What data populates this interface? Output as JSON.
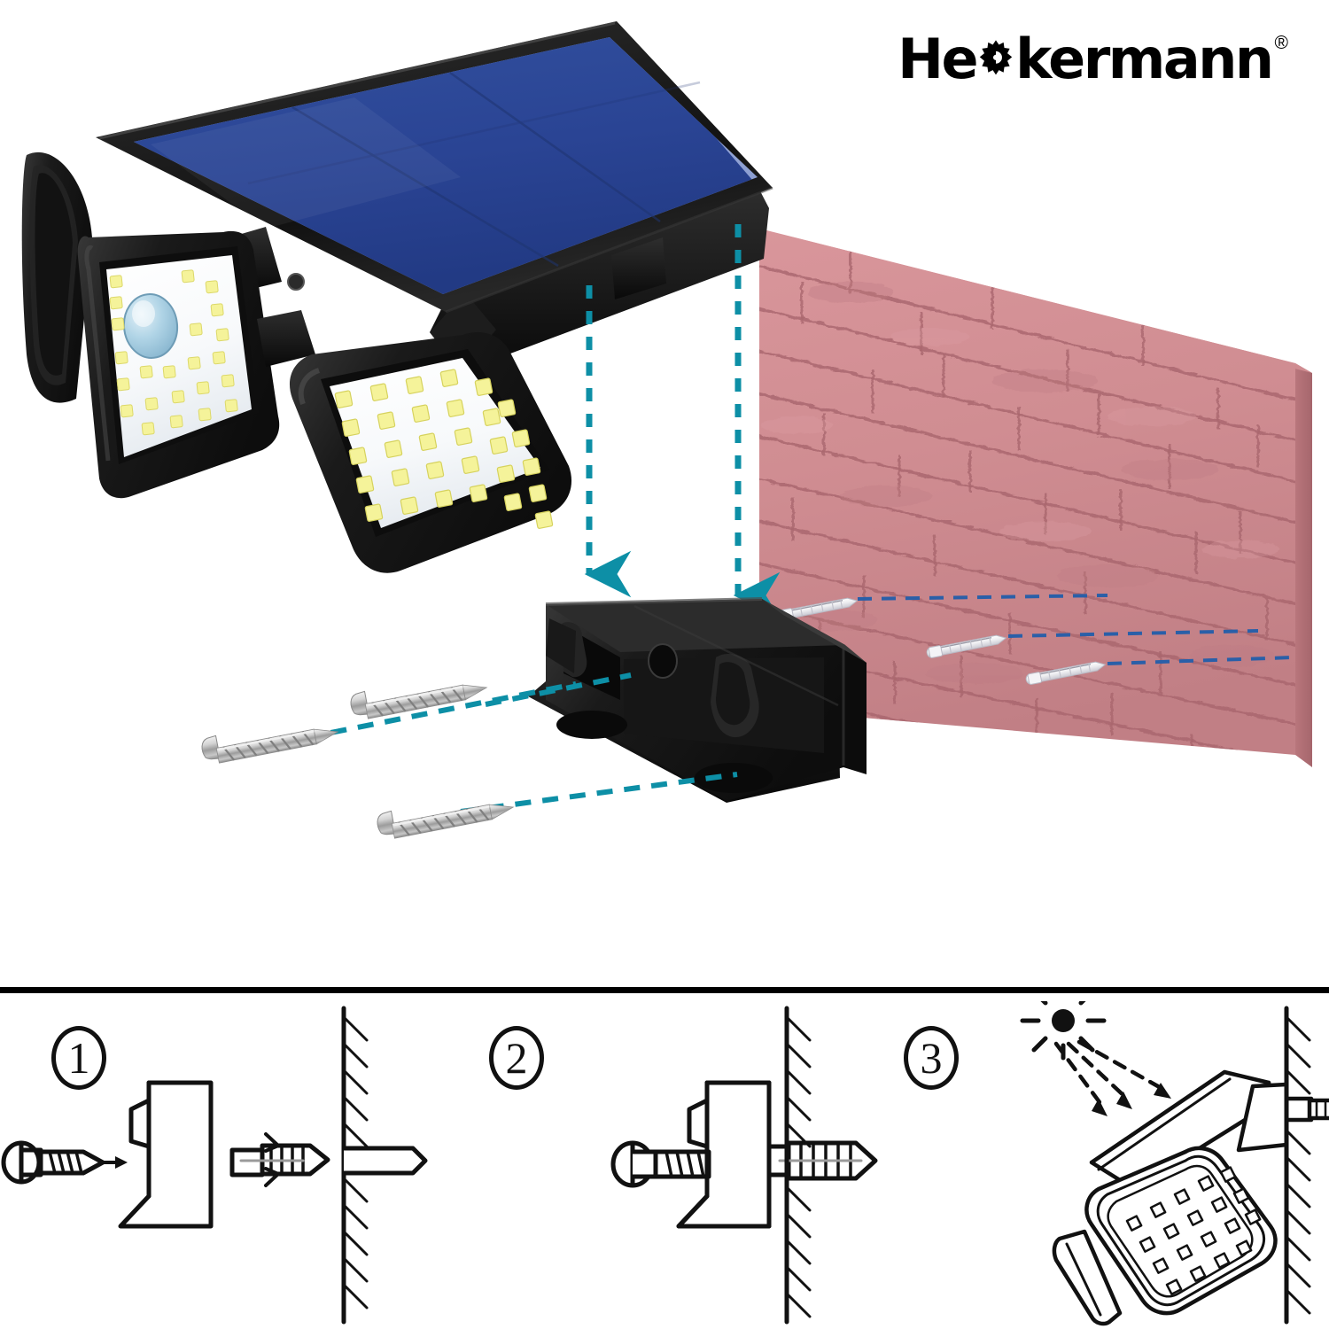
{
  "brand": {
    "name_part1": "He",
    "name_gear_icon": "gear-c-letter",
    "name_part2": "kermann",
    "registered_mark": "®",
    "full_name": "Heckermann"
  },
  "colors": {
    "solar_panel_dark_blue": "#2a4494",
    "solar_panel_light_blue": "#93a5d6",
    "housing_black": "#171717",
    "brick_wall_pink": "#d08d92",
    "brick_wall_edge": "#b9767c",
    "arrow_teal": "#0d8fa6",
    "anchor_line_blue": "#2a5fa8",
    "led_yellow": "#f2f06a",
    "pir_sensor_blue": "#a9cfe4",
    "screw_silver": "#c9c9c9",
    "line_art_black": "#111111",
    "background": "#ffffff"
  },
  "scene": {
    "name": "exploded-installation-view",
    "parts": [
      {
        "id": "solar-panel",
        "label": "Solar panel"
      },
      {
        "id": "led-head-left",
        "label": "Left LED head with motion sensor"
      },
      {
        "id": "led-head-center",
        "label": "Center LED head"
      },
      {
        "id": "led-head-side",
        "label": "Side LED head"
      },
      {
        "id": "mounting-bracket",
        "label": "Wall mounting bracket"
      },
      {
        "id": "screws",
        "label": "Mounting screws",
        "count": 3
      },
      {
        "id": "wall-anchors",
        "label": "Wall anchors",
        "count": 3
      },
      {
        "id": "brick-wall",
        "label": "Brick wall"
      }
    ],
    "led_grid": {
      "columns": 6,
      "rows": 5,
      "total": 30
    },
    "solar_panel_cells": {
      "columns": 3,
      "rows": 2
    }
  },
  "steps": {
    "items": [
      {
        "number": "1",
        "name": "step-insert-anchor",
        "art": "screw-bracket-anchor-wall-exploded"
      },
      {
        "number": "2",
        "name": "step-fasten-screw",
        "art": "screw-through-bracket-into-anchor"
      },
      {
        "number": "3",
        "name": "step-mount-lamp",
        "art": "mounted-lamp-with-sunlight"
      }
    ]
  }
}
